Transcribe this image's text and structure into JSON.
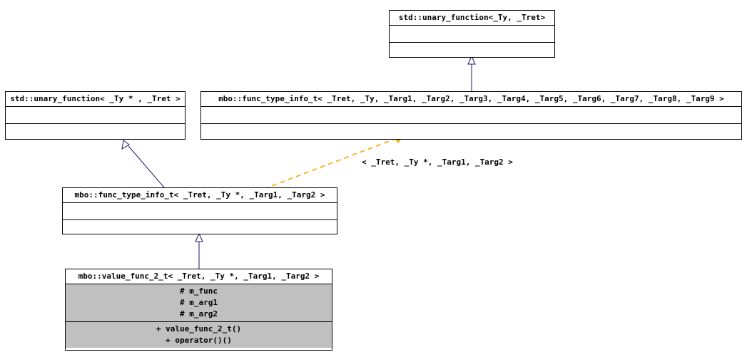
{
  "diagram": {
    "title": "UML inheritance diagram for mbo::value_func_2_t",
    "background_color": "#ffffff",
    "line_color": "#191970",
    "border_color": "#000000",
    "fill_color": "#c0c0c0",
    "template_edge_color": "#ffa500"
  },
  "classes": [
    {
      "id": "std-unary-function-ty-tret",
      "name": "std::unary_function<_Ty, _Tret>",
      "attributes": [],
      "operations": [],
      "filled": false
    },
    {
      "id": "std-unary-function-ty-ptr-tret",
      "name": "std::unary_function< _Ty * , _Tret >",
      "attributes": [],
      "operations": [],
      "filled": false
    },
    {
      "id": "mbo-func-type-info-t-9args",
      "name": "mbo::func_type_info_t< _Tret, _Ty, _Targ1, _Targ2, _Targ3, _Targ4, _Targ5, _Targ6, _Targ7, _Targ8, _Targ9 >",
      "attributes": [],
      "operations": [],
      "filled": false
    },
    {
      "id": "mbo-func-type-info-t-2args",
      "name": "mbo::func_type_info_t< _Tret, _Ty *, _Targ1, _Targ2 >",
      "attributes": [],
      "operations": [],
      "filled": false
    },
    {
      "id": "mbo-value-func-2-t",
      "name": "mbo::value_func_2_t< _Tret, _Ty *, _Targ1, _Targ2 >",
      "attributes": [
        "# m_func",
        "# m_arg1",
        "# m_arg2"
      ],
      "operations": [
        "+ value_func_2_t()",
        "+ operator()()"
      ],
      "filled": true
    }
  ],
  "edges": [
    {
      "id": "edge-generalization-top",
      "type": "generalization",
      "from": "mbo-func-type-info-t-9args",
      "to": "std-unary-function-ty-tret",
      "label": ""
    },
    {
      "id": "edge-generalization-left",
      "type": "generalization",
      "from": "mbo-func-type-info-t-2args",
      "to": "std-unary-function-ty-ptr-tret",
      "label": ""
    },
    {
      "id": "edge-generalization-bottom",
      "type": "generalization",
      "from": "mbo-value-func-2-t",
      "to": "mbo-func-type-info-t-2args",
      "label": ""
    },
    {
      "id": "edge-template-binding",
      "type": "template-binding",
      "from": "mbo-func-type-info-t-2args",
      "to": "mbo-func-type-info-t-9args",
      "label": "< _Tret, _Ty *, _Targ1, _Targ2 >"
    }
  ]
}
